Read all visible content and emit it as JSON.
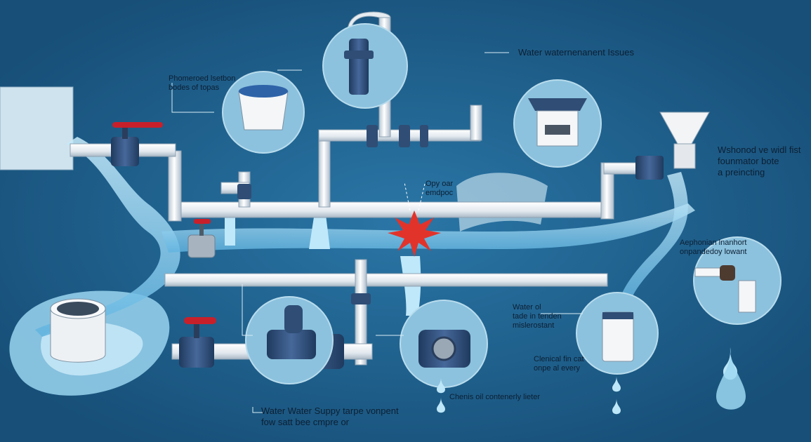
{
  "labels": {
    "title": "Water waternenanent Issues",
    "top_left": [
      "Phomeroed lsetbon",
      "bodes of topas"
    ],
    "burst": [
      "Opy oar",
      "emdpoc"
    ],
    "right": [
      "Wshonod ve widl fist",
      "founmator bote",
      "a preincting"
    ],
    "right_mid": [
      "Aephonian lnanhort",
      "onpandedoy lowant"
    ],
    "mid": [
      "Water ol",
      "tade in tenden",
      "mislerostant"
    ],
    "lower_mid": [
      "Clenical fin cat",
      "onpe al every"
    ],
    "bottom_center": "Chenis oil contenerly lieter",
    "bottom_left": [
      "Water Water Suppy tarpe vonpent",
      "fow satt bee cmpre or"
    ]
  },
  "colors": {
    "background": "#1c5f8c",
    "pipe": "#eef2f5",
    "valve": "#2f4d75",
    "handle": "#c8202b",
    "water": "#8fd0ee",
    "burst": "#e2332b",
    "circle": "#8cc2de"
  }
}
